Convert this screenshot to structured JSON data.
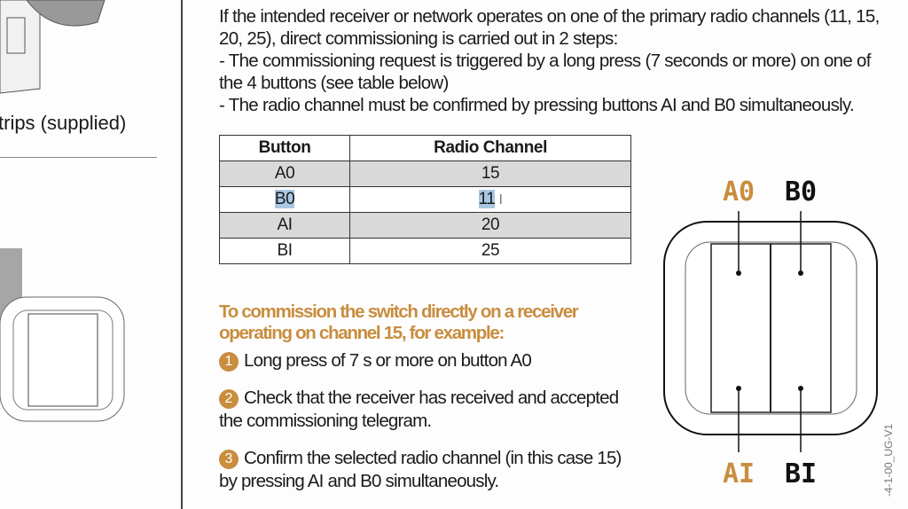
{
  "left_panel": {
    "caption": "trips (supplied)"
  },
  "intro_lines": [
    "If the intended receiver or network operates on one of the primary radio channels (11, 15,",
    "20, 25), direct commissioning is carried out in 2 steps:",
    "- The commissioning request is triggered by a long press (7 seconds or more) on one of",
    "the 4 buttons (see table below)",
    "- The radio channel must be confirmed by pressing buttons AI and B0 simultaneously."
  ],
  "table": {
    "headers": [
      "Button",
      "Radio Channel"
    ],
    "rows": [
      {
        "button": "A0",
        "channel": "15"
      },
      {
        "button": "B0",
        "channel": "11"
      },
      {
        "button": "AI",
        "channel": "20"
      },
      {
        "button": "BI",
        "channel": "25"
      }
    ]
  },
  "example": {
    "heading_lines": [
      "To commission the switch directly on a receiver",
      "operating on channel 15, for example:"
    ],
    "steps": [
      {
        "num": "1",
        "lines": [
          "Long press of 7 s or more on button A0"
        ]
      },
      {
        "num": "2",
        "lines": [
          "Check that the receiver has received and accepted",
          "the commissioning telegram."
        ]
      },
      {
        "num": "3",
        "lines": [
          "Confirm the selected radio channel (in this case 15)",
          "by pressing AI and B0 simultaneously."
        ]
      }
    ]
  },
  "diagram": {
    "labels": {
      "a0": "A0",
      "b0": "B0",
      "ai": "AI",
      "bi": "BI"
    },
    "doc_ref": "-4-1-00_UG-V1"
  },
  "colors": {
    "accent": "#c98d3e",
    "selection": "#a9c7e3"
  }
}
